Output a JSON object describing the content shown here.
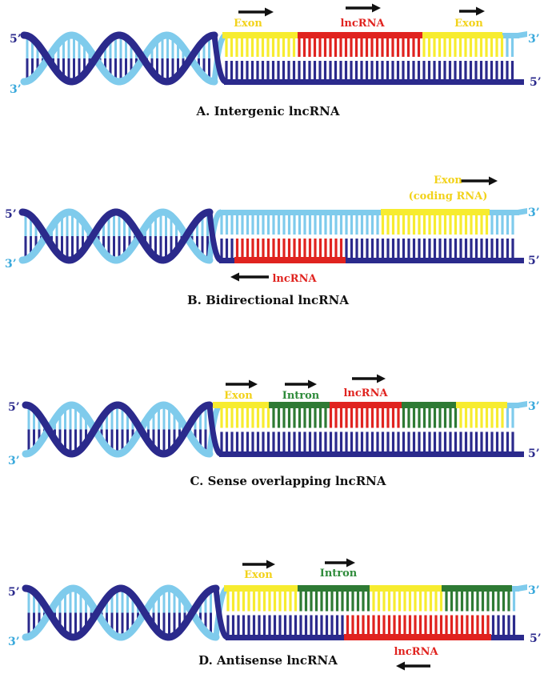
{
  "colors": {
    "dark_strand": "#2b2a8c",
    "light_strand": "#7fcbec",
    "exon": "#f7ec2f",
    "lncrna": "#e0231f",
    "intron": "#2e7a34",
    "exon_label": "#f2d21b",
    "intron_label": "#2e8b3a",
    "lncrna_label": "#e0231f",
    "end_label_light": "#3aa9dc",
    "end_label_dark": "#2b2a8c",
    "arrow": "#111111",
    "caption": "#111111"
  },
  "panels": [
    {
      "caption": "A. Intergenic lncRNA",
      "top_left_end": "5’",
      "bottom_left_end": "3’",
      "top_right_end": "3’",
      "bottom_right_end": "5’",
      "top_segments": [
        "exon",
        "lncrna",
        "exon"
      ],
      "bottom_segments": [],
      "labels": [
        {
          "type": "exon",
          "lines": [
            "Exon"
          ],
          "arrow": "right"
        },
        {
          "type": "lncrna",
          "lines": [
            "lncRNA"
          ],
          "arrow": "right"
        },
        {
          "type": "exon",
          "lines": [
            "Exon"
          ],
          "arrow": "right"
        }
      ]
    },
    {
      "caption": "B. Bidirectional lncRNA",
      "top_left_end": "5’",
      "bottom_left_end": "3’",
      "top_right_end": "3’",
      "bottom_right_end": "5’",
      "top_segments": [
        "exon"
      ],
      "bottom_segments": [
        "lncrna"
      ],
      "labels": [
        {
          "type": "exon",
          "lines": [
            "Exon",
            "(coding RNA)"
          ],
          "arrow": "right"
        },
        {
          "type": "lncrna",
          "lines": [
            "lncRNA"
          ],
          "arrow": "left"
        }
      ]
    },
    {
      "caption": "C. Sense overlapping lncRNA",
      "top_left_end": "5’",
      "bottom_left_end": "3’",
      "top_right_end": "3’",
      "bottom_right_end": "5’",
      "top_segments": [
        "exon",
        "intron",
        "lncrna",
        "intron",
        "exon"
      ],
      "bottom_segments": [],
      "labels": [
        {
          "type": "exon",
          "lines": [
            "Exon"
          ],
          "arrow": "right"
        },
        {
          "type": "intron",
          "lines": [
            "Intron"
          ],
          "arrow": "right"
        },
        {
          "type": "lncrna",
          "lines": [
            "lncRNA"
          ],
          "arrow": "right"
        }
      ]
    },
    {
      "caption": "D. Antisense lncRNA",
      "top_left_end": "5’",
      "bottom_left_end": "3’",
      "top_right_end": "3’",
      "bottom_right_end": "5’",
      "top_segments": [
        "exon",
        "intron",
        "exon",
        "intron"
      ],
      "bottom_segments": [
        "lncrna"
      ],
      "labels": [
        {
          "type": "exon",
          "lines": [
            "Exon"
          ],
          "arrow": "right"
        },
        {
          "type": "intron",
          "lines": [
            "Intron"
          ],
          "arrow": "right"
        },
        {
          "type": "lncrna",
          "lines": [
            "lncRNA"
          ],
          "arrow": "left"
        }
      ]
    }
  ]
}
